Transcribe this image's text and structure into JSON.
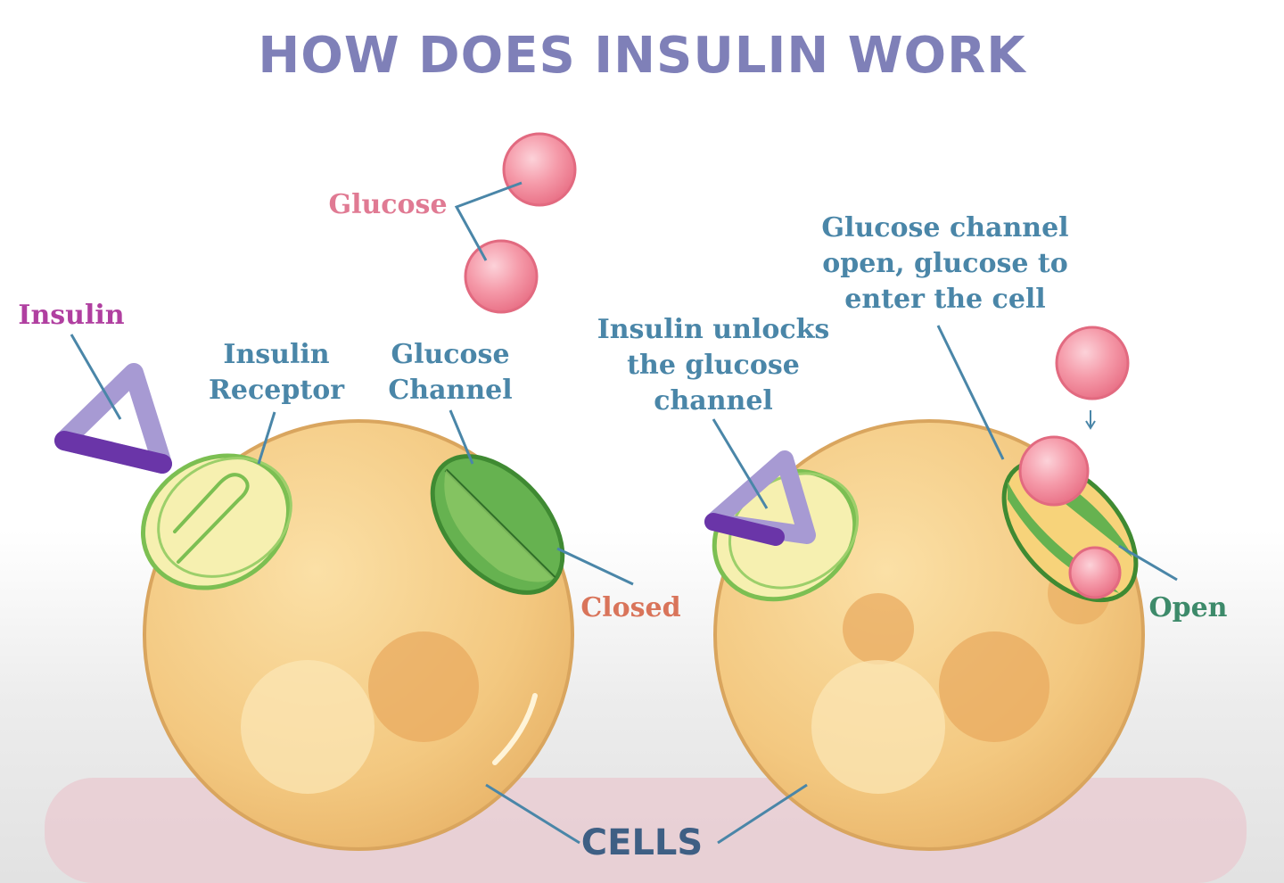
{
  "title": "HOW DOES INSULIN WORK",
  "labels": {
    "glucose": "Glucose",
    "insulin": "Insulin",
    "insulin_receptor": "Insulin\nReceptor",
    "glucose_channel": "Glucose\nChannel",
    "closed": "Closed",
    "insulin_unlocks": "Insulin unlocks\nthe glucose\nchannel",
    "channel_open": "Glucose channel\nopen, glucose to\nenter the cell",
    "open": "Open",
    "cells": "CELLS"
  },
  "colors": {
    "title": "#7f80b8",
    "blue_label": "#4a86a8",
    "glucose_label": "#e07a93",
    "insulin_label": "#b03fa0",
    "closed_label": "#d9745a",
    "open_label": "#3d8a6a",
    "cells_label": "#3e5f84",
    "cell_fill": "#f2c87e",
    "channel_green": "#5fae4a",
    "glucose_pink": "#f08a9c",
    "insulin_purple": "#7b55b3"
  }
}
